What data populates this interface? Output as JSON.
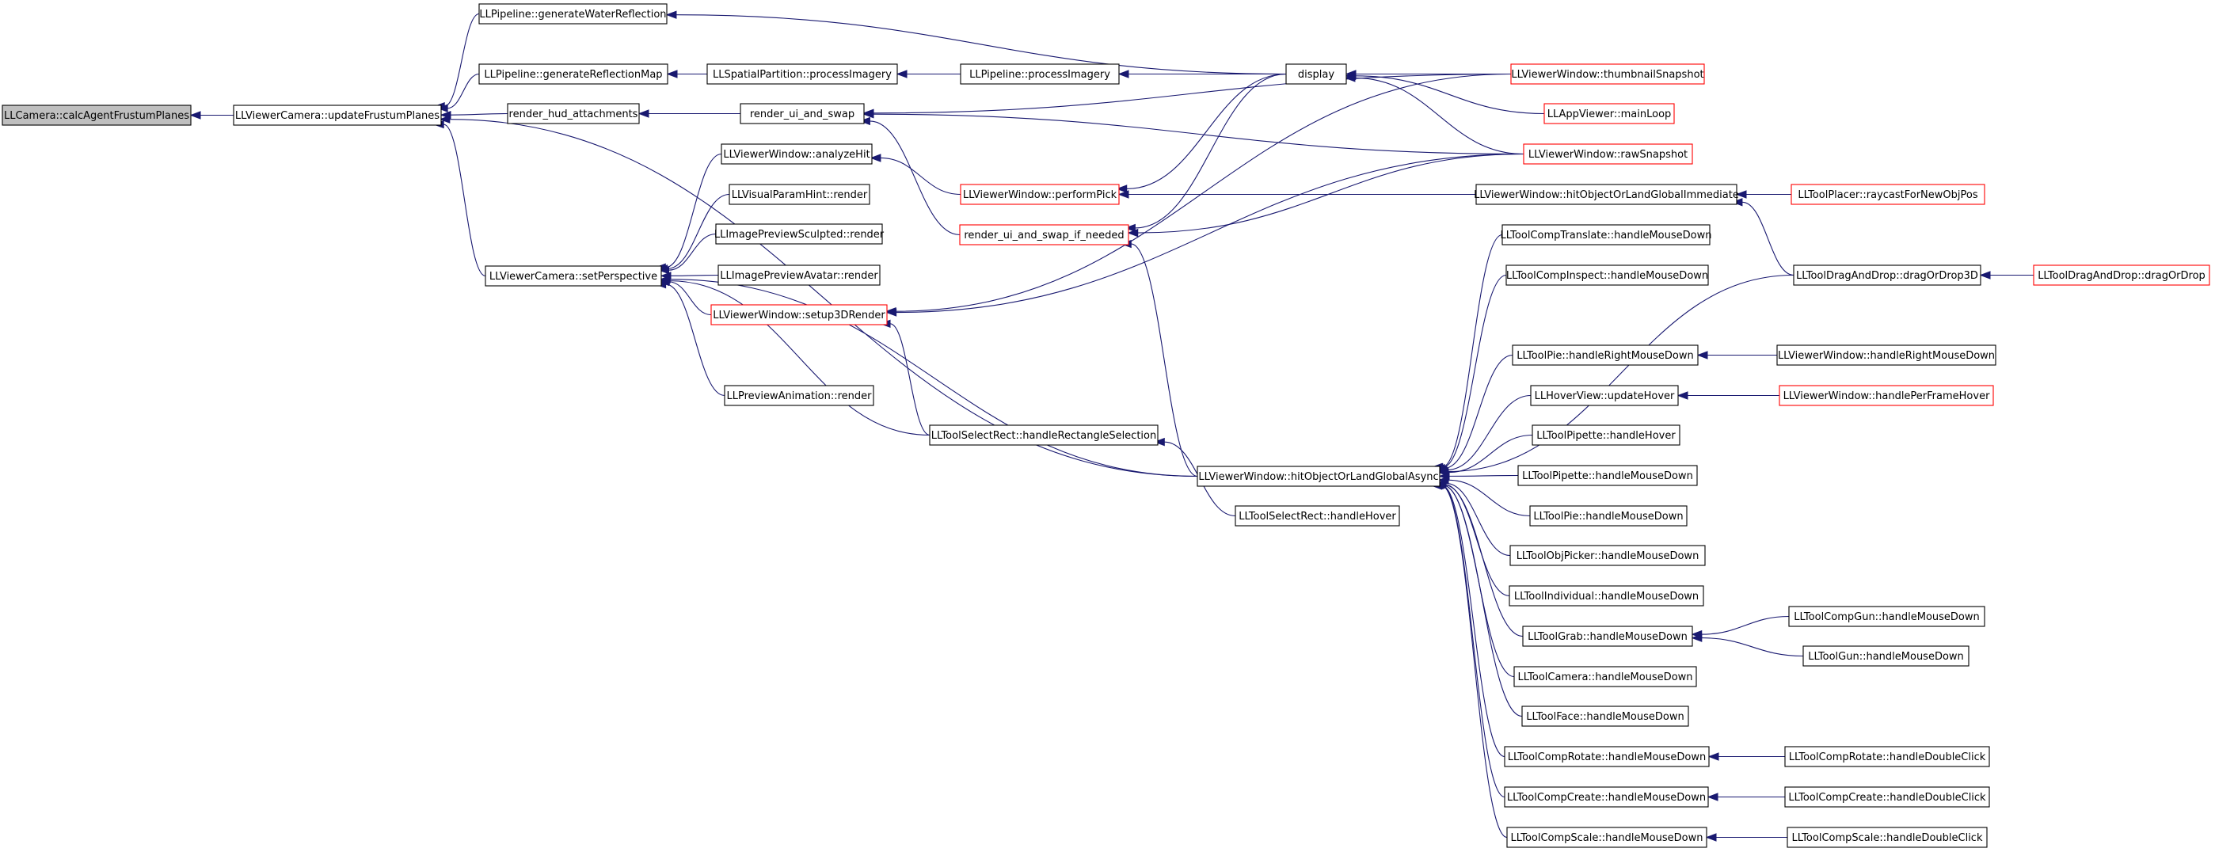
{
  "nodes": [
    {
      "id": "calcAgentFrustumPlanes",
      "label": "LLCamera::calcAgentFrustumPlanes",
      "style": "root"
    },
    {
      "id": "updateFrustumPlanes",
      "label": "LLViewerCamera::updateFrustumPlanes",
      "style": "normal"
    },
    {
      "id": "generateWaterReflection",
      "label": "LLPipeline::generateWaterReflection",
      "style": "normal"
    },
    {
      "id": "generateReflectionMap",
      "label": "LLPipeline::generateReflectionMap",
      "style": "normal"
    },
    {
      "id": "render_hud_attachments",
      "label": "render_hud_attachments",
      "style": "normal"
    },
    {
      "id": "setPerspective",
      "label": "LLViewerCamera::setPerspective",
      "style": "normal"
    },
    {
      "id": "processImagerySP",
      "label": "LLSpatialPartition::processImagery",
      "style": "normal"
    },
    {
      "id": "render_ui_and_swap",
      "label": "render_ui_and_swap",
      "style": "normal"
    },
    {
      "id": "analyzeHit",
      "label": "LLViewerWindow::analyzeHit",
      "style": "normal"
    },
    {
      "id": "visualParamHintRender",
      "label": "LLVisualParamHint::render",
      "style": "normal"
    },
    {
      "id": "imagePreviewSculptedRender",
      "label": "LLImagePreviewSculpted::render",
      "style": "normal"
    },
    {
      "id": "imagePreviewAvatarRender",
      "label": "LLImagePreviewAvatar::render",
      "style": "normal"
    },
    {
      "id": "setup3DRender",
      "label": "LLViewerWindow::setup3DRender",
      "style": "truncated"
    },
    {
      "id": "previewAnimationRender",
      "label": "LLPreviewAnimation::render",
      "style": "normal"
    },
    {
      "id": "processImageryP",
      "label": "LLPipeline::processImagery",
      "style": "normal"
    },
    {
      "id": "performPick",
      "label": "LLViewerWindow::performPick",
      "style": "truncated"
    },
    {
      "id": "render_ui_and_swap_if_needed",
      "label": "render_ui_and_swap_if_needed",
      "style": "truncated"
    },
    {
      "id": "handleRectangleSelection",
      "label": "LLToolSelectRect::handleRectangleSelection",
      "style": "normal"
    },
    {
      "id": "selectRectHandleHover",
      "label": "LLToolSelectRect::handleHover",
      "style": "normal"
    },
    {
      "id": "display",
      "label": "display",
      "style": "normal"
    },
    {
      "id": "hitObjectOrLandGlobalAsync",
      "label": "LLViewerWindow::hitObjectOrLandGlobalAsync",
      "style": "normal"
    },
    {
      "id": "thumbnailSnapshot",
      "label": "LLViewerWindow::thumbnailSnapshot",
      "style": "truncated"
    },
    {
      "id": "mainLoop",
      "label": "LLAppViewer::mainLoop",
      "style": "truncated"
    },
    {
      "id": "rawSnapshot",
      "label": "LLViewerWindow::rawSnapshot",
      "style": "truncated"
    },
    {
      "id": "hitObjectOrLandGlobalImmediate",
      "label": "LLViewerWindow::hitObjectOrLandGlobalImmediate",
      "style": "normal"
    },
    {
      "id": "compTranslateMouseDown",
      "label": "LLToolCompTranslate::handleMouseDown",
      "style": "normal"
    },
    {
      "id": "compInspectMouseDown",
      "label": "LLToolCompInspect::handleMouseDown",
      "style": "normal"
    },
    {
      "id": "pieRightMouseDown",
      "label": "LLToolPie::handleRightMouseDown",
      "style": "normal"
    },
    {
      "id": "hoverViewUpdateHover",
      "label": "LLHoverView::updateHover",
      "style": "normal"
    },
    {
      "id": "pipetteHandleHover",
      "label": "LLToolPipette::handleHover",
      "style": "normal"
    },
    {
      "id": "pipetteMouseDown",
      "label": "LLToolPipette::handleMouseDown",
      "style": "normal"
    },
    {
      "id": "pieMouseDown",
      "label": "LLToolPie::handleMouseDown",
      "style": "normal"
    },
    {
      "id": "objPickerMouseDown",
      "label": "LLToolObjPicker::handleMouseDown",
      "style": "normal"
    },
    {
      "id": "individualMouseDown",
      "label": "LLToolIndividual::handleMouseDown",
      "style": "normal"
    },
    {
      "id": "grabMouseDown",
      "label": "LLToolGrab::handleMouseDown",
      "style": "normal"
    },
    {
      "id": "cameraMouseDown",
      "label": "LLToolCamera::handleMouseDown",
      "style": "normal"
    },
    {
      "id": "faceMouseDown",
      "label": "LLToolFace::handleMouseDown",
      "style": "normal"
    },
    {
      "id": "compRotateMouseDown",
      "label": "LLToolCompRotate::handleMouseDown",
      "style": "normal"
    },
    {
      "id": "compCreateMouseDown",
      "label": "LLToolCompCreate::handleMouseDown",
      "style": "normal"
    },
    {
      "id": "compScaleMouseDown",
      "label": "LLToolCompScale::handleMouseDown",
      "style": "normal"
    },
    {
      "id": "raycastForNewObjPos",
      "label": "LLToolPlacer::raycastForNewObjPos",
      "style": "truncated"
    },
    {
      "id": "dragOrDrop3D",
      "label": "LLToolDragAndDrop::dragOrDrop3D",
      "style": "normal"
    },
    {
      "id": "dragOrDrop",
      "label": "LLToolDragAndDrop::dragOrDrop",
      "style": "truncated"
    },
    {
      "id": "vwHandleRightMouseDown",
      "label": "LLViewerWindow::handleRightMouseDown",
      "style": "normal"
    },
    {
      "id": "handlePerFrameHover",
      "label": "LLViewerWindow::handlePerFrameHover",
      "style": "truncated"
    },
    {
      "id": "compGunMouseDown",
      "label": "LLToolCompGun::handleMouseDown",
      "style": "normal"
    },
    {
      "id": "gunMouseDown",
      "label": "LLToolGun::handleMouseDown",
      "style": "normal"
    },
    {
      "id": "compRotateDoubleClick",
      "label": "LLToolCompRotate::handleDoubleClick",
      "style": "normal"
    },
    {
      "id": "compCreateDoubleClick",
      "label": "LLToolCompCreate::handleDoubleClick",
      "style": "normal"
    },
    {
      "id": "compScaleDoubleClick",
      "label": "LLToolCompScale::handleDoubleClick",
      "style": "normal"
    }
  ],
  "edges": [
    {
      "from": "updateFrustumPlanes",
      "to": "calcAgentFrustumPlanes"
    },
    {
      "from": "generateWaterReflection",
      "to": "updateFrustumPlanes"
    },
    {
      "from": "generateReflectionMap",
      "to": "updateFrustumPlanes"
    },
    {
      "from": "render_hud_attachments",
      "to": "updateFrustumPlanes"
    },
    {
      "from": "setPerspective",
      "to": "updateFrustumPlanes"
    },
    {
      "from": "hitObjectOrLandGlobalAsync",
      "to": "updateFrustumPlanes"
    },
    {
      "from": "display",
      "to": "generateWaterReflection"
    },
    {
      "from": "processImagerySP",
      "to": "generateReflectionMap"
    },
    {
      "from": "processImageryP",
      "to": "processImagerySP"
    },
    {
      "from": "display",
      "to": "processImageryP"
    },
    {
      "from": "render_ui_and_swap",
      "to": "render_hud_attachments"
    },
    {
      "from": "thumbnailSnapshot",
      "to": "render_ui_and_swap"
    },
    {
      "from": "rawSnapshot",
      "to": "render_ui_and_swap"
    },
    {
      "from": "render_ui_and_swap_if_needed",
      "to": "render_ui_and_swap"
    },
    {
      "from": "analyzeHit",
      "to": "setPerspective"
    },
    {
      "from": "visualParamHintRender",
      "to": "setPerspective"
    },
    {
      "from": "imagePreviewSculptedRender",
      "to": "setPerspective"
    },
    {
      "from": "imagePreviewAvatarRender",
      "to": "setPerspective"
    },
    {
      "from": "setup3DRender",
      "to": "setPerspective"
    },
    {
      "from": "previewAnimationRender",
      "to": "setPerspective"
    },
    {
      "from": "handleRectangleSelection",
      "to": "setPerspective"
    },
    {
      "from": "hitObjectOrLandGlobalAsync",
      "to": "setPerspective"
    },
    {
      "from": "performPick",
      "to": "analyzeHit"
    },
    {
      "from": "display",
      "to": "performPick"
    },
    {
      "from": "hitObjectOrLandGlobalImmediate",
      "to": "performPick"
    },
    {
      "from": "display",
      "to": "render_ui_and_swap_if_needed"
    },
    {
      "from": "rawSnapshot",
      "to": "render_ui_and_swap_if_needed"
    },
    {
      "from": "thumbnailSnapshot",
      "to": "setup3DRender"
    },
    {
      "from": "rawSnapshot",
      "to": "setup3DRender"
    },
    {
      "from": "handleRectangleSelection",
      "to": "setup3DRender"
    },
    {
      "from": "selectRectHandleHover",
      "to": "handleRectangleSelection"
    },
    {
      "from": "thumbnailSnapshot",
      "to": "display"
    },
    {
      "from": "mainLoop",
      "to": "display"
    },
    {
      "from": "rawSnapshot",
      "to": "display"
    },
    {
      "from": "hitObjectOrLandGlobalAsync",
      "to": "render_ui_and_swap_if_needed"
    },
    {
      "from": "compTranslateMouseDown",
      "to": "hitObjectOrLandGlobalAsync"
    },
    {
      "from": "compInspectMouseDown",
      "to": "hitObjectOrLandGlobalAsync"
    },
    {
      "from": "dragOrDrop3D",
      "to": "hitObjectOrLandGlobalAsync"
    },
    {
      "from": "pieRightMouseDown",
      "to": "hitObjectOrLandGlobalAsync"
    },
    {
      "from": "hoverViewUpdateHover",
      "to": "hitObjectOrLandGlobalAsync"
    },
    {
      "from": "pipetteHandleHover",
      "to": "hitObjectOrLandGlobalAsync"
    },
    {
      "from": "pipetteMouseDown",
      "to": "hitObjectOrLandGlobalAsync"
    },
    {
      "from": "pieMouseDown",
      "to": "hitObjectOrLandGlobalAsync"
    },
    {
      "from": "objPickerMouseDown",
      "to": "hitObjectOrLandGlobalAsync"
    },
    {
      "from": "individualMouseDown",
      "to": "hitObjectOrLandGlobalAsync"
    },
    {
      "from": "grabMouseDown",
      "to": "hitObjectOrLandGlobalAsync"
    },
    {
      "from": "cameraMouseDown",
      "to": "hitObjectOrLandGlobalAsync"
    },
    {
      "from": "faceMouseDown",
      "to": "hitObjectOrLandGlobalAsync"
    },
    {
      "from": "compRotateMouseDown",
      "to": "hitObjectOrLandGlobalAsync"
    },
    {
      "from": "compCreateMouseDown",
      "to": "hitObjectOrLandGlobalAsync"
    },
    {
      "from": "compScaleMouseDown",
      "to": "hitObjectOrLandGlobalAsync"
    },
    {
      "from": "raycastForNewObjPos",
      "to": "hitObjectOrLandGlobalImmediate"
    },
    {
      "from": "dragOrDrop3D",
      "to": "hitObjectOrLandGlobalImmediate"
    },
    {
      "from": "dragOrDrop",
      "to": "dragOrDrop3D"
    },
    {
      "from": "vwHandleRightMouseDown",
      "to": "pieRightMouseDown"
    },
    {
      "from": "handlePerFrameHover",
      "to": "hoverViewUpdateHover"
    },
    {
      "from": "compGunMouseDown",
      "to": "grabMouseDown"
    },
    {
      "from": "gunMouseDown",
      "to": "grabMouseDown"
    },
    {
      "from": "compRotateDoubleClick",
      "to": "compRotateMouseDown"
    },
    {
      "from": "compCreateDoubleClick",
      "to": "compCreateMouseDown"
    },
    {
      "from": "compScaleDoubleClick",
      "to": "compScaleMouseDown"
    }
  ]
}
